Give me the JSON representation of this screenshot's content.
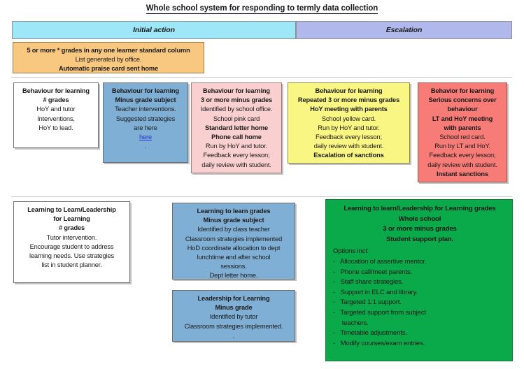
{
  "page": {
    "title": "Whole school system for responding to termly data collection"
  },
  "colors": {
    "initial_action_bg": "#9DE7F8",
    "escalation_bg": "#B1B9EC",
    "praise_bg": "#F8C881",
    "white_bg": "#FFFFFF",
    "blue_bg": "#80AFD5",
    "light_pink_bg": "#F9CFCF",
    "yellow_bg": "#FAF684",
    "red_bg": "#F77B77",
    "green_bg": "#0AA94A",
    "link_blue": "#2437C8"
  },
  "bands": [
    {
      "label": "Initial action",
      "name": "initial-action-band"
    },
    {
      "label": "Escalation",
      "name": "escalation-band"
    }
  ],
  "praise_box": {
    "line1": "5 or more * grades in any one learner standard column",
    "line2": "List generated by office.",
    "line3": "Automatic praise card sent home"
  },
  "behaviour_row": [
    {
      "name": "behaviour-hash-grades-box",
      "lines": [
        {
          "text": "Behaviour for learning",
          "bold": true
        },
        {
          "text": "# grades",
          "bold": true
        },
        {
          "text": "HoY and tutor",
          "bold": false
        },
        {
          "text": "Interventions,",
          "bold": false
        },
        {
          "text": "HoY to lead.",
          "bold": false
        }
      ]
    },
    {
      "name": "behaviour-minus-grade-subject-box",
      "lines": [
        {
          "text": "Behaviour for learning",
          "bold": true
        },
        {
          "text": "Minus grade subject",
          "bold": true
        },
        {
          "text": "Teacher interventions.",
          "bold": false
        },
        {
          "text": "Suggested strategies",
          "bold": false
        },
        {
          "text": "are here",
          "bold": false
        },
        {
          "text": "here",
          "bold": false,
          "link": true
        },
        {
          "text": ".",
          "bold": false
        }
      ]
    },
    {
      "name": "behaviour-three-or-more-minus-box",
      "lines": [
        {
          "text": "Behaviour for learning",
          "bold": true
        },
        {
          "text": "3 or more minus grades",
          "bold": true
        },
        {
          "text": "Identified by school office.",
          "bold": false
        },
        {
          "text": "School pink card",
          "bold": false
        },
        {
          "text": "Standard letter home",
          "bold": true
        },
        {
          "text": "Phone call home",
          "bold": true
        },
        {
          "text": "Run by HoY and tutor.",
          "bold": false
        },
        {
          "text": "Feedback every lesson;",
          "bold": false
        },
        {
          "text": "daily review with student.",
          "bold": false
        }
      ]
    },
    {
      "name": "behaviour-repeated-three-or-more-box",
      "lines": [
        {
          "text": "Behaviour for learning",
          "bold": true
        },
        {
          "text": "Repeated 3 or more minus grades",
          "bold": true
        },
        {
          "text": "HoY meeting with parents",
          "bold": true
        },
        {
          "text": "School yellow card.",
          "bold": false
        },
        {
          "text": "Run by HoY and tutor.",
          "bold": false
        },
        {
          "text": "Feedback every lesson;",
          "bold": false
        },
        {
          "text": "daily review with student.",
          "bold": false
        },
        {
          "text": "Escalation of sanctions",
          "bold": true
        }
      ]
    },
    {
      "name": "behaviour-serious-concerns-box",
      "lines": [
        {
          "text": "Behavior for learning",
          "bold": true
        },
        {
          "text": "Serious concerns over",
          "bold": true
        },
        {
          "text": "behaviour",
          "bold": true
        },
        {
          "text": "LT and HoY meeting",
          "bold": true
        },
        {
          "text": "with parents",
          "bold": true
        },
        {
          "text": "School red card.",
          "bold": false
        },
        {
          "text": "Run by LT and HoY.",
          "bold": false
        },
        {
          "text": "Feedback every lesson;",
          "bold": false
        },
        {
          "text": "daily review with student.",
          "bold": false
        },
        {
          "text": "Instant sanctions",
          "bold": true
        }
      ]
    }
  ],
  "learning_row": [
    {
      "name": "learning-to-learn-hash-grades-box",
      "lines": [
        {
          "text": "Learning to Learn/Leadership",
          "bold": true
        },
        {
          "text": "for Learning",
          "bold": true
        },
        {
          "text": "# grades",
          "bold": true
        },
        {
          "text": "Tutor intervention.",
          "bold": false
        },
        {
          "text": "Encourage student to address",
          "bold": false
        },
        {
          "text": "learning needs.  Use strategies",
          "bold": false
        },
        {
          "text": "list in student planner.",
          "bold": false
        }
      ]
    },
    {
      "name": "learning-to-learn-minus-grade-subject-box",
      "lines": [
        {
          "text": "Learning to learn grades",
          "bold": true
        },
        {
          "text": "Minus grade subject",
          "bold": true
        },
        {
          "text": "Identified by class teacher",
          "bold": false
        },
        {
          "text": "Classroom strategies implemented",
          "bold": false
        },
        {
          "text": "HoD coordinate allocation to dept",
          "bold": false
        },
        {
          "text": "lunchtime and after school",
          "bold": false
        },
        {
          "text": "sessions.",
          "bold": false
        },
        {
          "text": "Dept letter home.",
          "bold": false
        }
      ]
    },
    {
      "name": "leadership-for-learning-minus-grade-box",
      "lines": [
        {
          "text": "Leadership for Learning",
          "bold": true
        },
        {
          "text": "Minus grade",
          "bold": true
        },
        {
          "text": "Identified by tutor",
          "bold": false
        },
        {
          "text": "Classroom strategies implemented.",
          "bold": false
        },
        {
          "text": ".",
          "bold": false
        }
      ]
    }
  ],
  "green_box": {
    "name": "student-support-plan-box",
    "headings": [
      "Learning to learn/Leadership for Learning grades",
      "Whole school",
      "3 or more minus grades",
      "Student support plan."
    ],
    "options_label": "Options incl:",
    "options": [
      "-   Allocation of assertive mentor.",
      "-   Phone call/meet parents.",
      "-   Staff share strategies.",
      "-   Support in ELC and library.",
      "-   Targeted 1:1 support.",
      "-   Targeted support from subject",
      "     teachers.",
      "-   Timetable adjustments.",
      "-   Modify courses/exam entries."
    ]
  }
}
